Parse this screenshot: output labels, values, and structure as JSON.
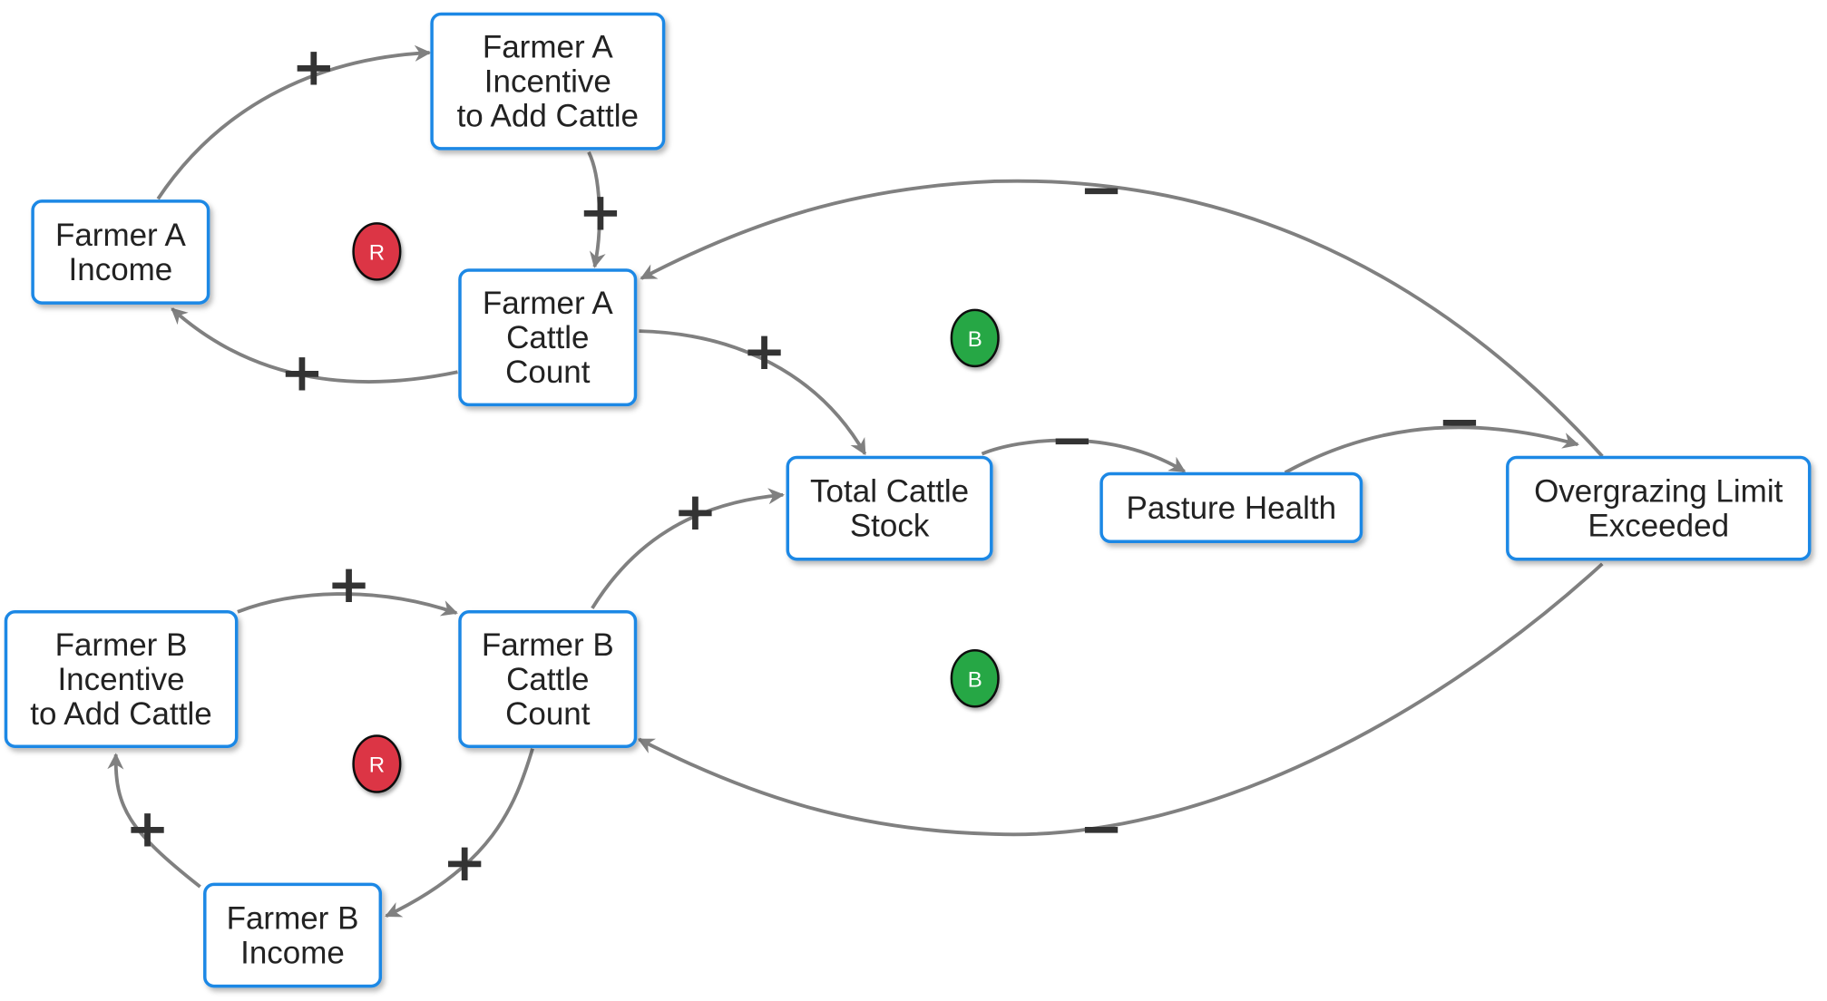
{
  "colors": {
    "node_border": "#1e88e5",
    "edge": "#808080",
    "reinforcing_marker": "#dc3545",
    "balancing_marker": "#28a745",
    "polarity_text": "#333333"
  },
  "nodes": [
    {
      "id": "fa_incentive",
      "lines": [
        "Farmer A",
        "Incentive",
        "to Add Cattle"
      ]
    },
    {
      "id": "fa_income",
      "lines": [
        "Farmer A",
        "Income"
      ]
    },
    {
      "id": "fa_cattle",
      "lines": [
        "Farmer A",
        "Cattle",
        "Count"
      ]
    },
    {
      "id": "total",
      "lines": [
        "Total Cattle",
        "Stock"
      ]
    },
    {
      "id": "pasture",
      "lines": [
        "Pasture Health"
      ]
    },
    {
      "id": "overgrazing",
      "lines": [
        "Overgrazing Limit",
        "Exceeded"
      ]
    },
    {
      "id": "fb_incentive",
      "lines": [
        "Farmer B",
        "Incentive",
        "to Add Cattle"
      ]
    },
    {
      "id": "fb_cattle",
      "lines": [
        "Farmer B",
        "Cattle",
        "Count"
      ]
    },
    {
      "id": "fb_income",
      "lines": [
        "Farmer B",
        "Income"
      ]
    }
  ],
  "edges": [
    {
      "from": "fa_income",
      "to": "fa_incentive",
      "polarity": "+"
    },
    {
      "from": "fa_incentive",
      "to": "fa_cattle",
      "polarity": "+"
    },
    {
      "from": "fa_cattle",
      "to": "fa_income",
      "polarity": "+"
    },
    {
      "from": "fa_cattle",
      "to": "total",
      "polarity": "+"
    },
    {
      "from": "fb_cattle",
      "to": "total",
      "polarity": "+"
    },
    {
      "from": "total",
      "to": "pasture",
      "polarity": "−"
    },
    {
      "from": "pasture",
      "to": "overgrazing",
      "polarity": "−"
    },
    {
      "from": "overgrazing",
      "to": "fa_cattle",
      "polarity": "−"
    },
    {
      "from": "overgrazing",
      "to": "fb_cattle",
      "polarity": "−"
    },
    {
      "from": "fb_incentive",
      "to": "fb_cattle",
      "polarity": "+"
    },
    {
      "from": "fb_cattle",
      "to": "fb_income",
      "polarity": "+"
    },
    {
      "from": "fb_income",
      "to": "fb_incentive",
      "polarity": "+"
    }
  ],
  "loop_markers": [
    {
      "id": "r_top",
      "label": "R",
      "type": "reinforcing"
    },
    {
      "id": "b_top",
      "label": "B",
      "type": "balancing"
    },
    {
      "id": "b_bottom",
      "label": "B",
      "type": "balancing"
    },
    {
      "id": "r_bottom",
      "label": "R",
      "type": "reinforcing"
    }
  ]
}
